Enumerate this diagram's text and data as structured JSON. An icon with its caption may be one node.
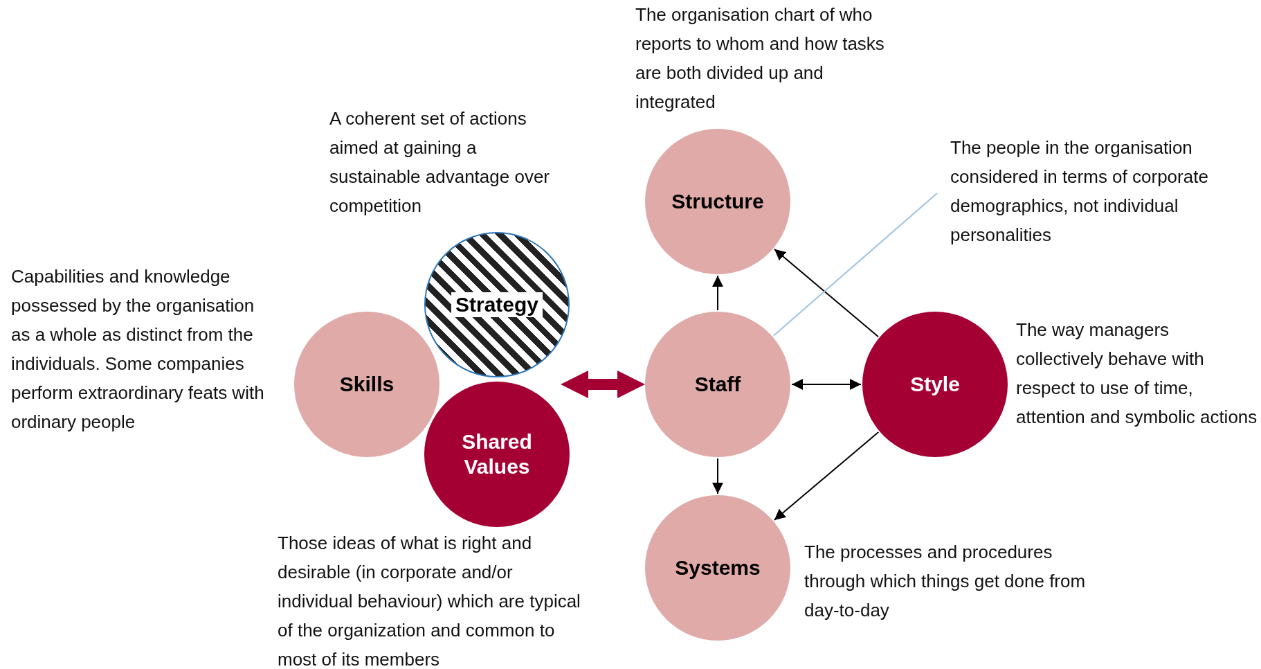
{
  "diagram": {
    "nodes": [
      {
        "text": [
          "Structure"
        ],
        "beside": [
          "The organisation chart of who reports to whom and how tasks are both divided up and integrated"
        ]
      },
      {
        "text": [
          "Strategy"
        ],
        "beside": [
          "A coherent set of actions aimed at gaining a sustainable advantage over competition"
        ]
      },
      {
        "text": [
          "Skills"
        ],
        "beside": [
          "Capabilities and knowledge possessed by the organisation as a whole as distinct from the individuals. Some companies perform extraordinary feats with ordinary people"
        ]
      },
      {
        "text": [
          "Staff"
        ]
      },
      {
        "text": [
          "Style"
        ],
        "beside": [
          "The way managers collectively behave with respect to use of time, attention and symbolic actions"
        ]
      },
      {
        "text": [
          "Shared Values"
        ],
        "beside": [
          "Those ideas of what is right and desirable (in corporate and/or individual behaviour) which are typical of the organization and common to most of its members"
        ]
      },
      {
        "text": [
          "Systems"
        ],
        "beside": [
          "The processes and procedures through which things get done from day-to-day"
        ]
      },
      {
        "text": [
          "The people in the organisation considered in terms of corporate demographics, not individual personalities"
        ]
      }
    ],
    "edges": [
      {
        "from": 3,
        "to": 0,
        "arrow": "to"
      },
      {
        "from": 4,
        "to": 0,
        "arrow": "to"
      },
      {
        "from": 5,
        "to": 3,
        "arrow": "both",
        "style": "thick",
        "color": "#a50034"
      },
      {
        "from": 3,
        "to": 4,
        "arrow": "both"
      },
      {
        "from": 3,
        "to": 6,
        "arrow": "to"
      },
      {
        "from": 4,
        "to": 6,
        "arrow": "to"
      },
      {
        "from": 7,
        "to": 3,
        "arrow": "none",
        "color": "#9dc3e6"
      }
    ]
  }
}
